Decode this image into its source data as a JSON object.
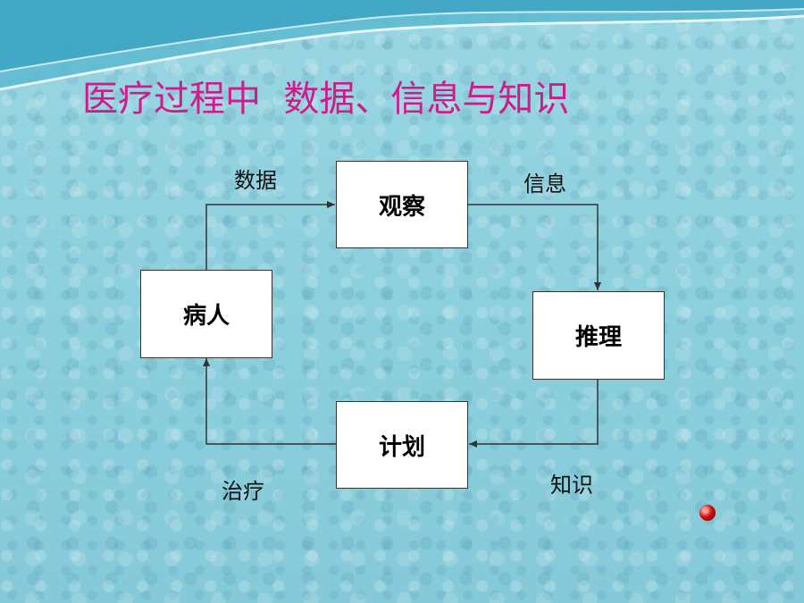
{
  "slide": {
    "title": "医疗过程中  数据、信息与知识"
  },
  "nodes": {
    "observe": "观察",
    "patient": "病人",
    "reasoning": "推理",
    "plan": "计划"
  },
  "edges": {
    "data": "数据",
    "information": "信息",
    "knowledge": "知识",
    "treatment": "治疗"
  },
  "colors": {
    "title": "#d01c8b",
    "background": "#8fd0de",
    "box_fill": "#ffffff",
    "line": "#333333"
  }
}
